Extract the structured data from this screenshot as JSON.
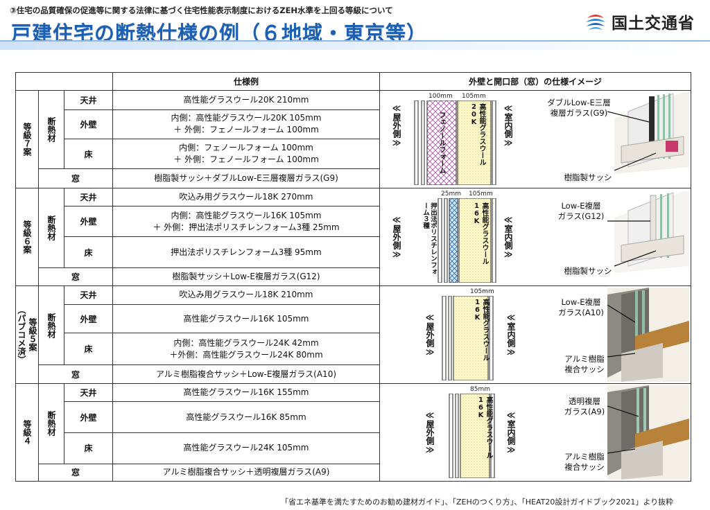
{
  "header": {
    "subtitle": "③住宅の品質確保の促進等に関する法律に基づく住宅性能表示制度におけるZEH水準を上回る等級について",
    "title": "戸建住宅の断熱仕様の例（６地域・東京等）",
    "logo_text": "国土交通省"
  },
  "table": {
    "col_spec": "仕様例",
    "col_image": "外壁と開口部（窓）の仕様イメージ",
    "insulation_label": "断熱材",
    "cat_ceiling": "天井",
    "cat_wall": "外壁",
    "cat_floor": "床",
    "cat_window": "窓",
    "outdoor": "≪屋外側≫",
    "indoor": "≪室内側≫",
    "rows": [
      {
        "grade": "等級７案",
        "ceiling": [
          "高性能グラスウール20K 210mm"
        ],
        "wall": [
          "内側：高性能グラスウール20K 105mm",
          "＋ 外側：フェノールフォーム 100mm"
        ],
        "floor": [
          "内側：フェノールフォーム 100mm",
          "＋ 外側：フェノールフォーム 100mm"
        ],
        "window": "樹脂製サッシ＋ダブルLow-E三層複層ガラス(G9)",
        "dim_outer": "100mm",
        "dim_inner": "105mm",
        "mat_outer": "フェノールフォーム",
        "mat_inner": "高性能グラスウール20K",
        "glass_label": [
          "ダブルLow-E三層",
          "複層ガラス(G9)"
        ],
        "frame_label": [
          "樹脂製サッシ"
        ]
      },
      {
        "grade": "等級６案",
        "ceiling": [
          "吹込み用グラスウール18K 270mm"
        ],
        "wall": [
          "内側：高性能グラスウール16K 105mm",
          "＋ 外側：押出法ポリスチレンフォーム3種 25mm"
        ],
        "floor": [
          "押出法ポリスチレンフォーム3種 95mm"
        ],
        "window": "樹脂製サッシ＋Low-E複層ガラス(G12)",
        "dim_outer": "25mm",
        "dim_inner": "105mm",
        "mat_outer": "押出法ポリスチレンフォーム３種",
        "mat_inner": "高性能グラスウール16K",
        "glass_label": [
          "Low-E複層",
          "ガラス(G12)"
        ],
        "frame_label": [
          "樹脂製サッシ"
        ]
      },
      {
        "grade": "等級５案",
        "grade_note": "（パブコメ済）",
        "ceiling": [
          "吹込み用グラスウール18K 210mm"
        ],
        "wall": [
          "高性能グラスウール16K 105mm"
        ],
        "floor": [
          "内側：高性能グラスウール24K 42mm",
          "＋外側：高性能グラスウール24K 80mm"
        ],
        "window": "アルミ樹脂複合サッシ＋Low-E複層ガラス(A10)",
        "dim_inner": "105mm",
        "mat_inner": "高性能グラスウール16K",
        "glass_label": [
          "Low-E複層",
          "ガラス(A10)"
        ],
        "frame_label": [
          "アルミ樹脂",
          "複合サッシ"
        ]
      },
      {
        "grade": "等級４",
        "ceiling": [
          "高性能グラスウール16K 155mm"
        ],
        "wall": [
          "高性能グラスウール16K 85mm"
        ],
        "floor": [
          "高性能グラスウール24K 105mm"
        ],
        "window": "アルミ樹脂複合サッシ＋透明複層ガラス(A9)",
        "dim_inner": "85mm",
        "mat_inner": "高性能グラスウール16K",
        "glass_label": [
          "透明複層",
          "ガラス(A9)"
        ],
        "frame_label": [
          "アルミ樹脂",
          "複合サッシ"
        ]
      }
    ]
  },
  "footer": "「省エネ基準を満たすためのお勧め建材ガイド」、「ZEHのつくり方」、「HEAT20設計ガイドブック2021」より抜粋"
}
